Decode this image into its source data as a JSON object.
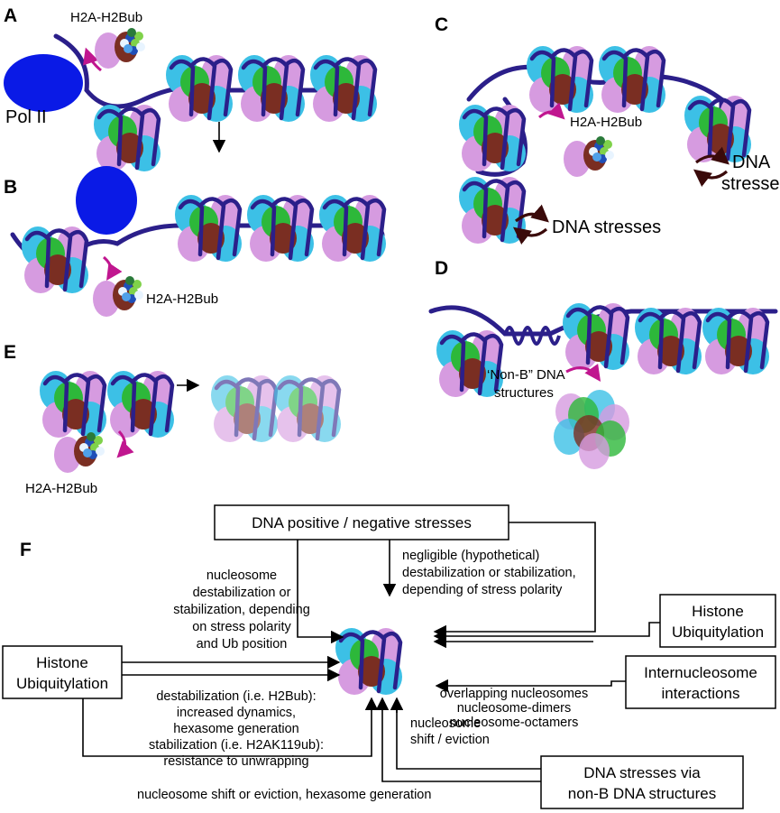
{
  "colors": {
    "cyan": "#3cc0e6",
    "green": "#2db83a",
    "brown": "#7a2e22",
    "pink": "#d69be0",
    "dna": "#2b1f8a",
    "polii": "#0a1ae6",
    "magenta_arrow": "#c0168f",
    "stress_arrow": "#3a0a0a"
  },
  "panels": {
    "A": {
      "letter": "A",
      "h2a_label": "H2A-H2Bub",
      "polii_label": "Pol II"
    },
    "B": {
      "letter": "B",
      "h2a_label": "H2A-H2Bub"
    },
    "C": {
      "letter": "C",
      "h2a_label": "H2A-H2Bub",
      "stress_label_1": "DNA stresses",
      "stress_label_2_line1": "DNA",
      "stress_label_2_line2": "stresses"
    },
    "D": {
      "letter": "D",
      "nonb_line1": "‘Non-B” DNA",
      "nonb_line2": "structures"
    },
    "E": {
      "letter": "E",
      "h2a_label": "H2A-H2Bub"
    },
    "F": {
      "letter": "F",
      "top_box": "DNA positive / negative stresses",
      "left_box_line1": "Histone",
      "left_box_line2": "Ubiquitylation",
      "right_box_line1": "Histone",
      "right_box_line2": "Ubiquitylation",
      "internuc_line1": "Internucleosome",
      "internuc_line2": "interactions",
      "nonb_box_line1": "DNA stresses via",
      "nonb_box_line2": "non-B DNA structures",
      "note_left": [
        "nucleosome",
        "destabilization or",
        "stabilization, depending",
        "on stress polarity",
        "and Ub position"
      ],
      "note_top": [
        "negligible (hypothetical)",
        "destabilization or stabilization,",
        "depending of stress polarity"
      ],
      "note_below_left": [
        "destabilization (i.e. H2Bub):",
        "increased dynamics,",
        "hexasome generation",
        "stabilization (i.e. H2AK119ub):",
        "resistance to unwrapping"
      ],
      "note_right": [
        "overlapping nucleosomes",
        "nucleosome-dimers",
        "nucleosome-octamers"
      ],
      "note_shift": [
        "nucleosome",
        "shift / eviction"
      ],
      "note_bottom": "nucleosome shift or eviction, hexasome generation"
    }
  }
}
